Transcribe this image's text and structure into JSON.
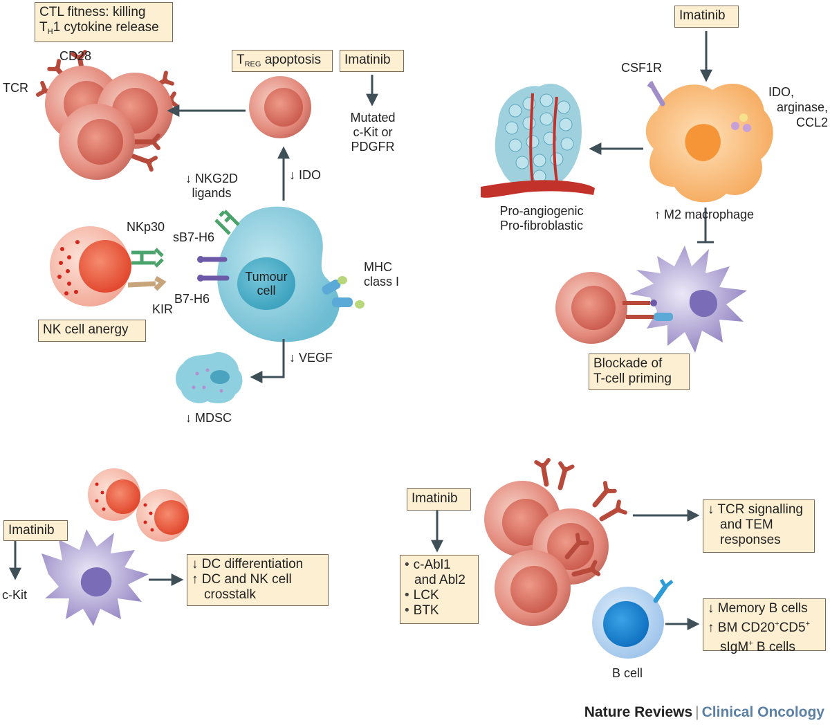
{
  "boxes": {
    "ctl_fitness": [
      "CTL fitness: killing",
      "T",
      "H",
      "1 cytokine release"
    ],
    "treg_apoptosis": [
      "T",
      "REG",
      " apoptosis"
    ],
    "imatinib": "Imatinib",
    "nk_anergy": "NK cell anergy",
    "blockade": [
      "Blockade of",
      "T-cell priming"
    ],
    "dc_effects": [
      "↓ DC differentiation",
      "↑ DC and NK cell",
      "crosstalk"
    ],
    "kinase_targets": [
      "c-Abl1",
      "and Abl2",
      "LCK",
      "BTK"
    ],
    "tcr_effects": [
      "↓ TCR signalling",
      "and TEM",
      "responses"
    ],
    "b_effects": [
      "↓ Memory B cells",
      "↑ BM CD20",
      "+",
      "CD5",
      "+",
      "sIgM",
      "+",
      " B cells"
    ]
  },
  "labels": {
    "cd28": "CD28",
    "tcr": "TCR",
    "mutated_target": [
      "Mutated",
      "c-Kit or",
      "PDGFR"
    ],
    "ido_down": "↓ IDO",
    "nkg2d": [
      "↓ NKG2D",
      "ligands"
    ],
    "nkp30": "NKp30",
    "sb7h6": "sB7-H6",
    "b7h6": "B7-H6",
    "kir": "KIR",
    "tumour": [
      "Tumour",
      "cell"
    ],
    "mhc": [
      "MHC",
      "class I"
    ],
    "vegf_down": "↓ VEGF",
    "mdsc_down": "↓ MDSC",
    "csf1r": "CSF1R",
    "ido_arginase": [
      "IDO,",
      "arginase,",
      "CCL2"
    ],
    "angio": [
      "Pro-angiogenic",
      "Pro-fibroblastic"
    ],
    "m2": "↑ M2 macrophage",
    "ckit": "c-Kit",
    "bcell": "B cell"
  },
  "footer": {
    "journal": "Nature Reviews",
    "separator": "|",
    "section": "Clinical Oncology"
  },
  "colors": {
    "box_fill": "#fcefd2",
    "arrow": "#3e4f58",
    "t_cell": "#e5897e",
    "tumour_cell": "#7cc6d8",
    "macrophage": "#f6b26e",
    "dendritic_cell": "#9b8fc7",
    "b_cell": "#5a9ed8",
    "nk_cell": "#ec6a5c"
  }
}
